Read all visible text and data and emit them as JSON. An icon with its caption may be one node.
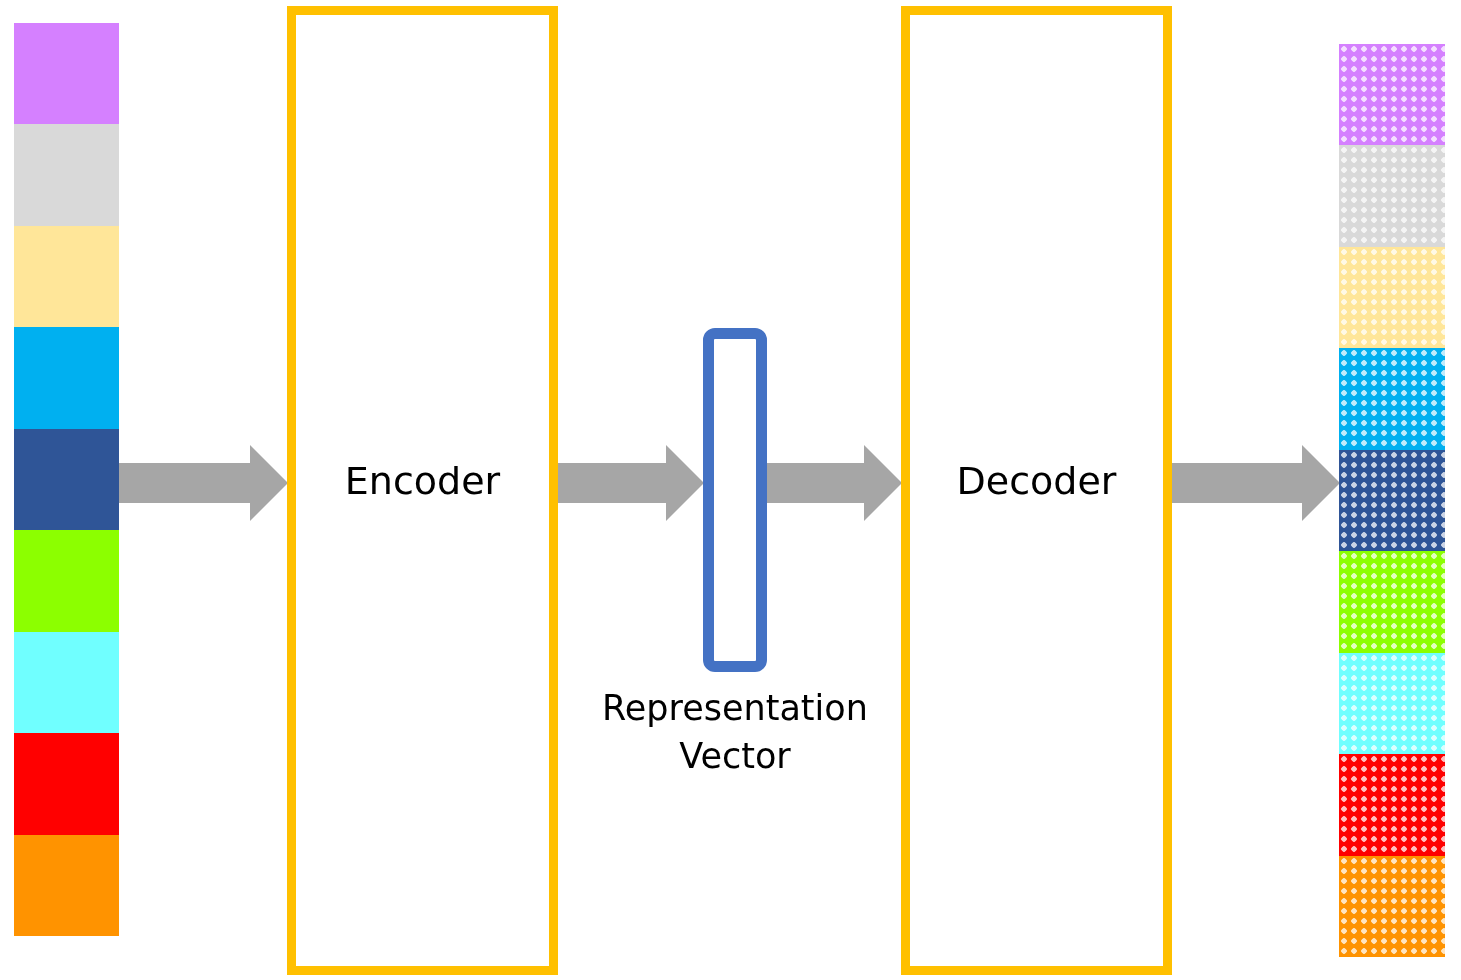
{
  "diagram": {
    "nodes": [
      {
        "text": [],
        "shape": "bar"
      },
      {
        "text": [
          "Encoder"
        ]
      },
      {
        "text": [],
        "shape": "bar",
        "beside": [
          "Representation Vector"
        ]
      },
      {
        "text": [
          "Decoder"
        ]
      },
      {
        "text": [],
        "shape": "bar"
      }
    ],
    "edges": [
      {
        "from": 0,
        "to": 1,
        "arrow": "to"
      },
      {
        "from": 1,
        "to": 2,
        "arrow": "to"
      },
      {
        "from": 2,
        "to": 3,
        "arrow": "to"
      },
      {
        "from": 3,
        "to": 4,
        "arrow": "to"
      }
    ]
  }
}
